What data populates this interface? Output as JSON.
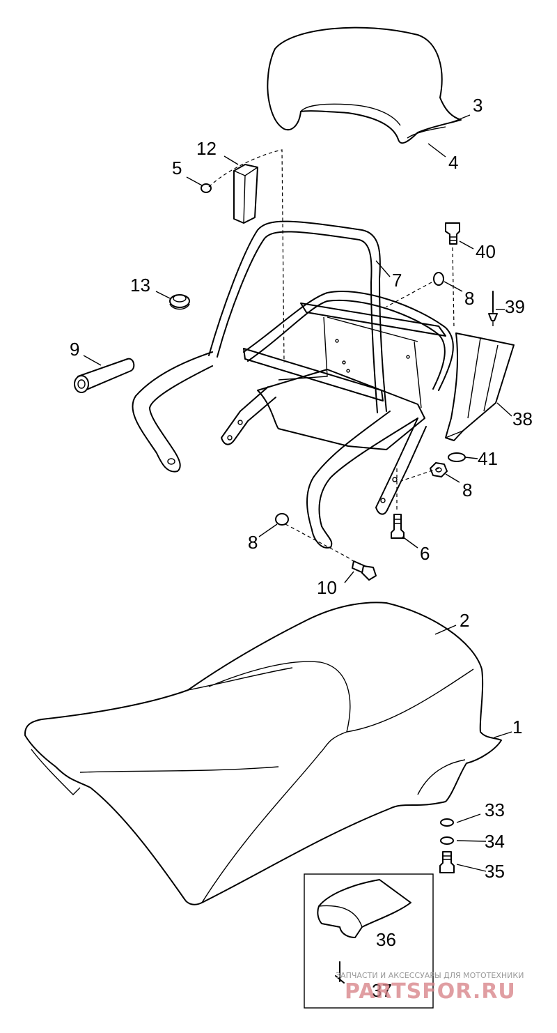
{
  "callouts": [
    {
      "id": "1",
      "text": "1"
    },
    {
      "id": "2",
      "text": "2"
    },
    {
      "id": "3",
      "text": "3"
    },
    {
      "id": "4",
      "text": "4"
    },
    {
      "id": "5",
      "text": "5"
    },
    {
      "id": "6",
      "text": "6"
    },
    {
      "id": "7",
      "text": "7"
    },
    {
      "id": "8a",
      "text": "8"
    },
    {
      "id": "8b",
      "text": "8"
    },
    {
      "id": "8c",
      "text": "8"
    },
    {
      "id": "9",
      "text": "9"
    },
    {
      "id": "10",
      "text": "10"
    },
    {
      "id": "12",
      "text": "12"
    },
    {
      "id": "13",
      "text": "13"
    },
    {
      "id": "33",
      "text": "33"
    },
    {
      "id": "34",
      "text": "34"
    },
    {
      "id": "35",
      "text": "35"
    },
    {
      "id": "36",
      "text": "36"
    },
    {
      "id": "37",
      "text": "37"
    },
    {
      "id": "38",
      "text": "38"
    },
    {
      "id": "39",
      "text": "39"
    },
    {
      "id": "40",
      "text": "40"
    },
    {
      "id": "41",
      "text": "41"
    }
  ],
  "watermark": {
    "line1": "ЗАПЧАСТИ И АКСЕССУАРЫ ДЛЯ МОТОТЕХНИКИ",
    "line2": "PARTSFOR.RU"
  }
}
